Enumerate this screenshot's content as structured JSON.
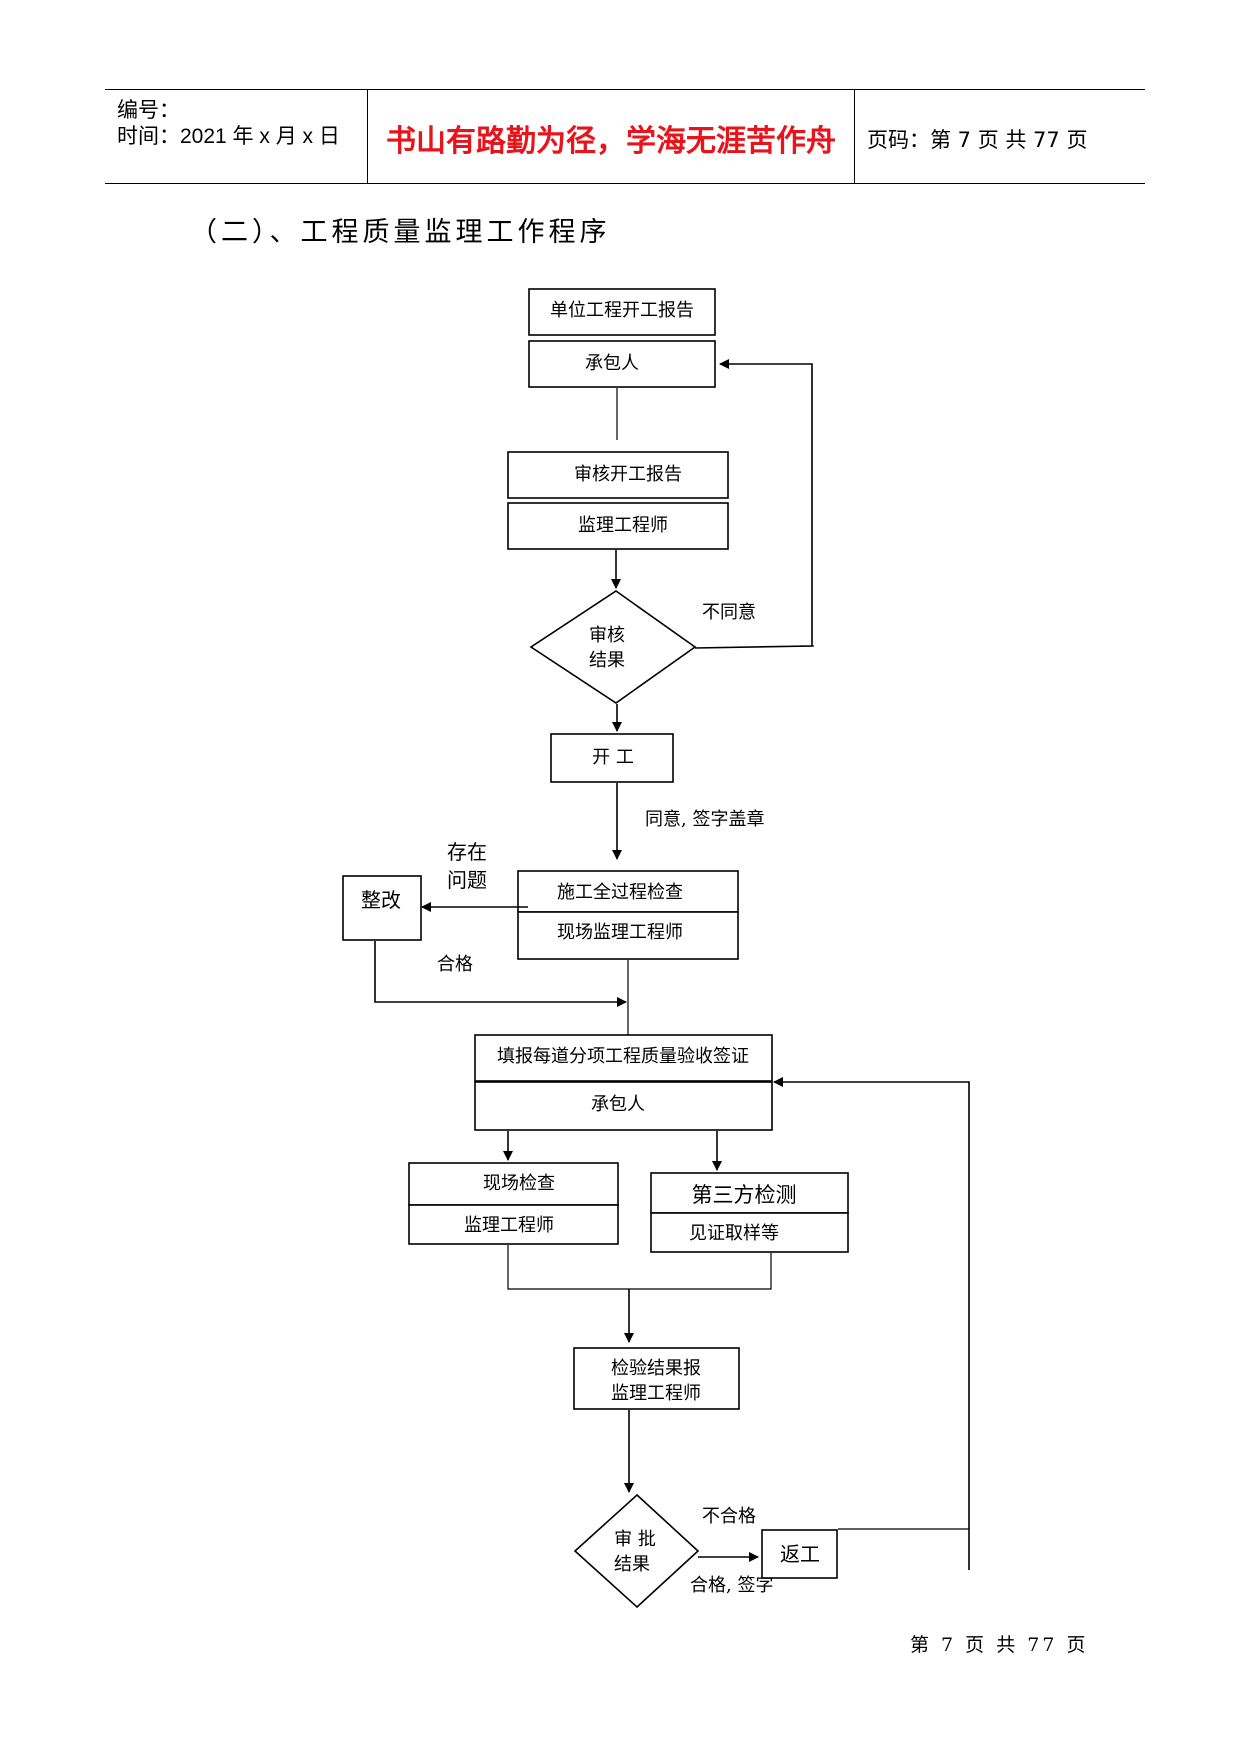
{
  "header": {
    "number_label": "编号：",
    "time_label": "时间：2021 年 x 月 x 日",
    "motto": "书山有路勤为径，学海无涯苦作舟",
    "page_label": "页码：第 7 页  共 77 页"
  },
  "section_title": "（二）、工程质量监理工作程序",
  "flow": {
    "start_report": "单位工程开工报告",
    "contractor_1": "承包人",
    "review_report": "审核开工报告",
    "engineer_1": "监理工程师",
    "decision1_line1": "审核",
    "decision1_line2": "结果",
    "disagree": "不同意",
    "start_work": "开  工",
    "agree_sign": "同意, 签字盖章",
    "problem_line1": "存在",
    "problem_line2": "问题",
    "rectify": "整改",
    "process_check": "施工全过程检查",
    "site_engineer": "现场监理工程师",
    "pass_1": "合格",
    "fill_report": "填报每道分项工程质量验收签证",
    "contractor_2": "承包人",
    "site_check": "现场检查",
    "engineer_2": "监理工程师",
    "third_party": "第三方检测",
    "witness_sampling": "见证取样等",
    "result_report_line1": "检验结果报",
    "result_report_line2": "监理工程师",
    "decision2_line1": "审 批",
    "decision2_line2": "结果",
    "fail": "不合格",
    "rework": "返工",
    "pass_sign": "合格, 签字"
  },
  "footer": "第 7 页 共 77 页"
}
